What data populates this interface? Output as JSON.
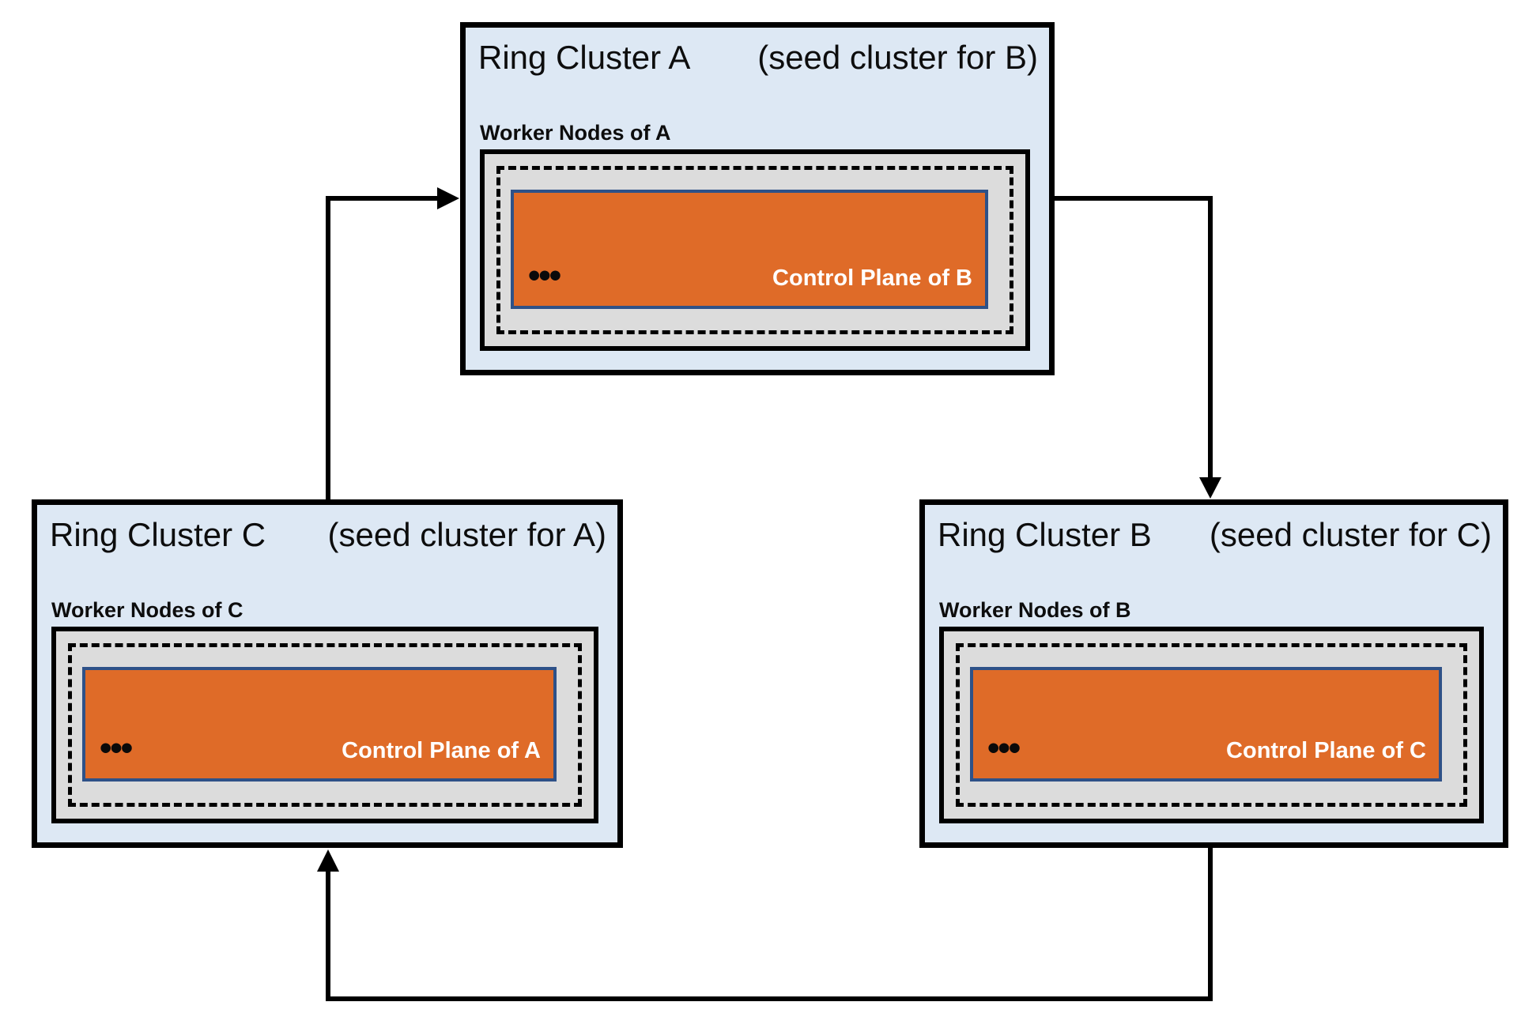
{
  "clusters": [
    {
      "id": "A",
      "title": "Ring Cluster A",
      "subtitle": "(seed cluster for B)",
      "worker_label": "Worker Nodes of A",
      "control_plane_label": "Control Plane of B",
      "dots": "•••"
    },
    {
      "id": "C",
      "title": "Ring Cluster C",
      "subtitle": "(seed cluster for A)",
      "worker_label": "Worker Nodes of C",
      "control_plane_label": "Control Plane of A",
      "dots": "•••"
    },
    {
      "id": "B",
      "title": "Ring Cluster B",
      "subtitle": "(seed cluster for C)",
      "worker_label": "Worker Nodes of B",
      "control_plane_label": "Control Plane of C",
      "dots": "•••"
    }
  ],
  "colors": {
    "box_fill": "#dde8f4",
    "node_fill": "#dcdcdc",
    "control_fill": "#df6b28",
    "control_border": "#2e5188",
    "outline": "#000000"
  }
}
